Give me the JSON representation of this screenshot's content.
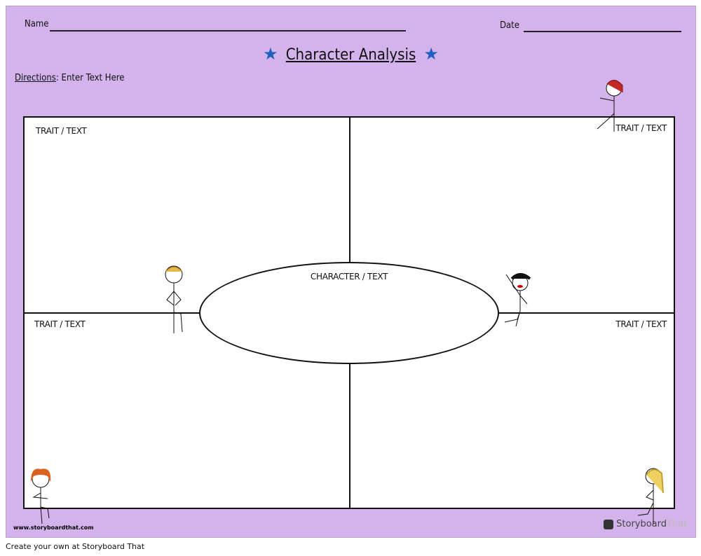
{
  "header": {
    "name_label": "Name",
    "date_label": "Date",
    "title": "Character Analysis",
    "directions_label": "Directions",
    "directions_text": ": Enter Text Here"
  },
  "cells": {
    "top_left": "TRAIT / TEXT",
    "top_right": "TRAIT / TEXT",
    "bottom_left": "TRAIT / TEXT",
    "bottom_right": "TRAIT / TEXT",
    "center": "CHARACTER / TEXT"
  },
  "footer": {
    "website": "www.storyboardthat.com",
    "logo_a": "Storyboard",
    "logo_b": "That",
    "caption": "Create your own at Storyboard That"
  },
  "colors": {
    "background": "#d4b3ec",
    "star": "#1f5fbf"
  }
}
